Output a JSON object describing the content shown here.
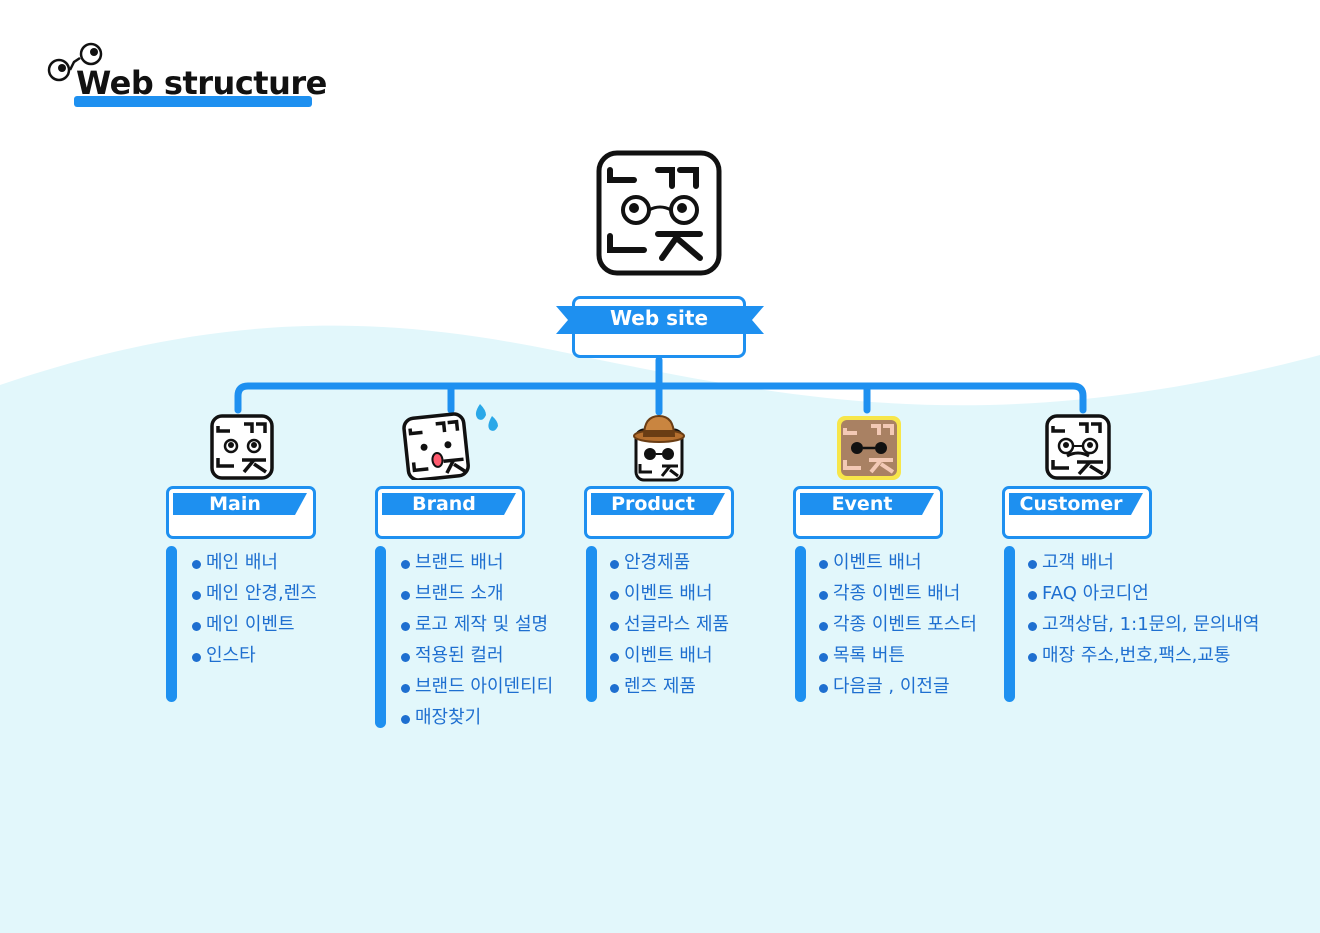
{
  "title": "Web structure",
  "root": {
    "label": "Web site"
  },
  "categories": [
    {
      "label": "Main",
      "items": [
        "메인 배너",
        "메인 안경,렌즈",
        "메인 이벤트",
        "인스타"
      ]
    },
    {
      "label": "Brand",
      "items": [
        "브랜드 배너",
        "브랜드 소개",
        "로고 제작 및 설명",
        "적용된 컬러",
        "브랜드 아이덴티티",
        "매장찾기"
      ]
    },
    {
      "label": "Product",
      "items": [
        "안경제품",
        "이벤트 배너",
        "선글라스 제품",
        "이벤트 배너",
        "렌즈 제품"
      ]
    },
    {
      "label": "Event",
      "items": [
        "이벤트 배너",
        "각종 이벤트 배너",
        "각종 이벤트 포스터",
        "목록 버튼",
        "다음글 , 이전글"
      ]
    },
    {
      "label": "Customer",
      "items": [
        "고객 배너",
        "FAQ 아코디언",
        "고객상담, 1:1문의, 문의내역",
        "매장 주소,번호,팩스,교통"
      ]
    }
  ],
  "colors": {
    "accent": "#1e90f0",
    "text_blue": "#1e6fd0",
    "background_wave": "#e2f7fb"
  }
}
